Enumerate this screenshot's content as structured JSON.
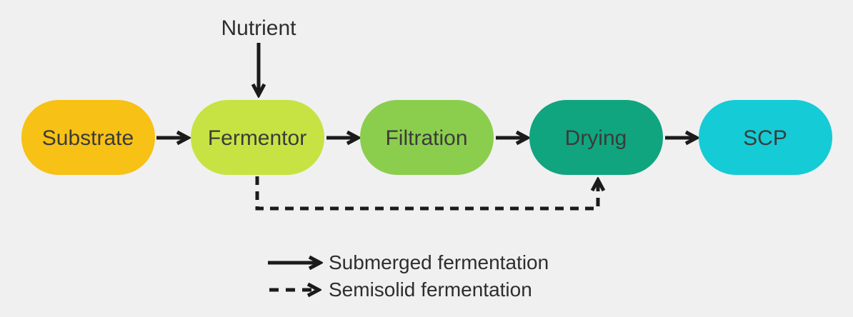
{
  "diagram": {
    "background_color": "#f0f0f1",
    "arrow_color": "#1b1b1b",
    "nutrient_label": "Nutrient",
    "nodes": [
      {
        "id": "substrate",
        "label": "Substrate",
        "color": "#f7c115"
      },
      {
        "id": "fermentor",
        "label": "Fermentor",
        "color": "#c6e343"
      },
      {
        "id": "filtration",
        "label": "Filtration",
        "color": "#8bce4e"
      },
      {
        "id": "drying",
        "label": "Drying",
        "color": "#10a57e"
      },
      {
        "id": "scp",
        "label": "SCP",
        "color": "#15cbd5"
      }
    ],
    "edges": [
      {
        "from": "substrate",
        "to": "fermentor",
        "type": "solid"
      },
      {
        "from": "fermentor",
        "to": "filtration",
        "type": "solid"
      },
      {
        "from": "filtration",
        "to": "drying",
        "type": "solid"
      },
      {
        "from": "drying",
        "to": "scp",
        "type": "solid"
      },
      {
        "from": "nutrient",
        "to": "fermentor",
        "type": "solid"
      },
      {
        "from": "fermentor",
        "to": "drying",
        "type": "dashed"
      }
    ],
    "legend": [
      {
        "line_style": "solid",
        "label": "Submerged fermentation"
      },
      {
        "line_style": "dashed",
        "label": "Semisolid fermentation"
      }
    ]
  }
}
